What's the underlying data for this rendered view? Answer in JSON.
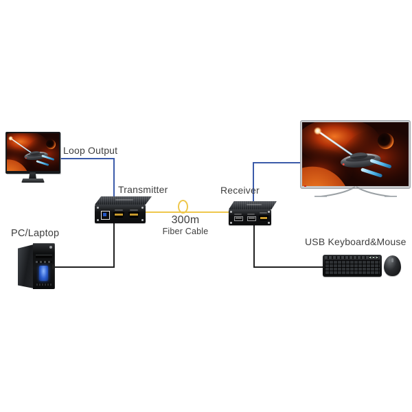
{
  "labels": {
    "loop_output": "Loop Output",
    "transmitter": "Transmitter",
    "receiver": "Receiver",
    "distance": "300m",
    "fiber_cable": "Fiber Cable",
    "pc": "PC/Laptop",
    "usb_keyboard_mouse": "USB Keyboard&Mouse"
  },
  "colors": {
    "video_cable_blue": "#3a5aa9",
    "fiber_cable_yellow": "#eec74b",
    "usb_cable_black": "#1f1f1f",
    "label_text": "#3e3e3e"
  }
}
